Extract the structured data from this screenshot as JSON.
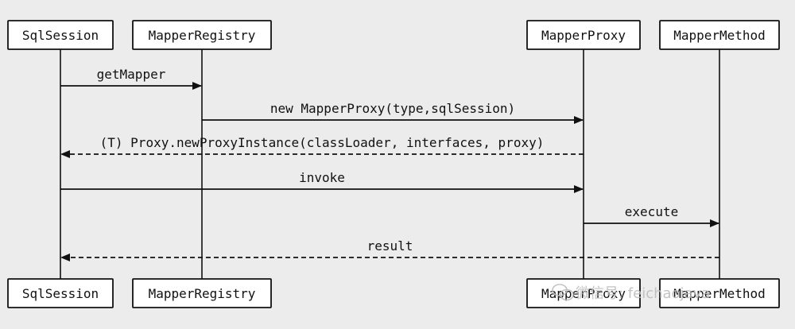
{
  "participants": [
    {
      "id": "sqlsession",
      "label": "SqlSession"
    },
    {
      "id": "mapperregistry",
      "label": "MapperRegistry"
    },
    {
      "id": "mapperproxy",
      "label": "MapperProxy"
    },
    {
      "id": "mappermethod",
      "label": "MapperMethod"
    }
  ],
  "messages": [
    {
      "label": "getMapper",
      "from": "sqlsession",
      "to": "mapperregistry",
      "style": "solid"
    },
    {
      "label": "new MapperProxy(type,sqlSession)",
      "from": "mapperregistry",
      "to": "mapperproxy",
      "style": "solid"
    },
    {
      "label": "(T) Proxy.newProxyInstance(classLoader, interfaces, proxy)",
      "from": "mapperproxy",
      "to": "sqlsession",
      "style": "dashed"
    },
    {
      "label": "invoke",
      "from": "sqlsession",
      "to": "mapperproxy",
      "style": "solid"
    },
    {
      "label": "execute",
      "from": "mapperproxy",
      "to": "mappermethod",
      "style": "solid"
    },
    {
      "label": "result",
      "from": "mappermethod",
      "to": "sqlsession",
      "style": "dashed"
    }
  ],
  "watermark": {
    "icon": "wechat-icon",
    "text": "微信号: feichaojava"
  },
  "colors": {
    "background": "#ececec",
    "box_fill": "#ffffff",
    "line": "#111111",
    "watermark": "#bdbdbd"
  }
}
